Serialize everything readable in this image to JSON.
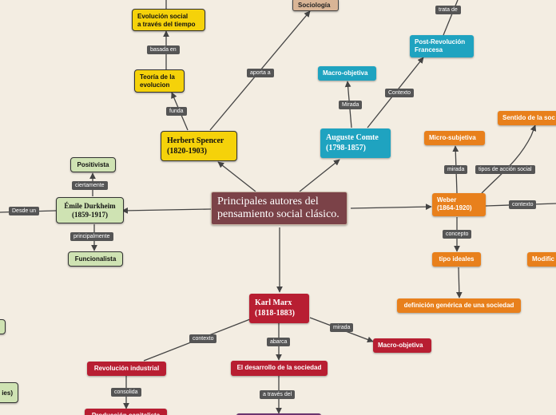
{
  "center": "Principales autores del\npensamiento social clásico.",
  "nodes": {
    "spencer": "Herbert Spencer\n(1820-1903)",
    "teoria": "Teoría de la\nevolucion",
    "evolucion_social": "Evolución social\na través del tiempo",
    "sociologia": "Sociología",
    "comte": "Auguste Comte\n(1798-1857)",
    "macro_comte": "Macro-objetiva",
    "post_revolucion": "Post-Revolución\nFrancesa",
    "durkheim": "Émile Durkheim\n(1859-1917)",
    "positivista": "Positivista",
    "funcionalista": "Funcionalista",
    "weber": "Weber\n(1864-1920)",
    "micro_subjetiva": "Micro-subjetiva",
    "sentido": "Sentido de la soc",
    "tipo_ideales": "tipo ideales",
    "definicion": "definición genérica de una sociedad",
    "modific": "Modific",
    "marx": "Karl Marx\n(1818-1883)",
    "macro_marx": "Macro-objetiva",
    "desarrollo": "El desarrollo de la sociedad",
    "revolucion_industrial": "Revolución industrial",
    "produccion": "Producción capitalista",
    "left_bottom": "ies)"
  },
  "labels": {
    "aporta_a": "aporta a",
    "funda": "funda",
    "basada_en": "basada en",
    "mirada_comte": "Mirada",
    "contexto_comte": "Contexto",
    "trata_de": "trata de",
    "desde_un": "Desde un",
    "ciertamente": "ciertamente",
    "principalmente": "principalmente",
    "mirada_weber": "mirada",
    "tipos_accion": "tipos de acción social",
    "contexto_weber": "contexto",
    "concepto": "concepto",
    "contexto_marx": "contexto",
    "abarca": "abarca",
    "mirada_marx": "mirada",
    "consolida": "consolida",
    "a_traves_del": "a través del"
  },
  "colors": {
    "background": "#f3ede2",
    "center": "#7b4248",
    "spencer": "#f5d20a",
    "comte": "#1fa3c0",
    "durkheim": "#cfe3b3",
    "weber": "#e8801c",
    "marx": "#b81e32",
    "sociologia": "#d9b596"
  }
}
